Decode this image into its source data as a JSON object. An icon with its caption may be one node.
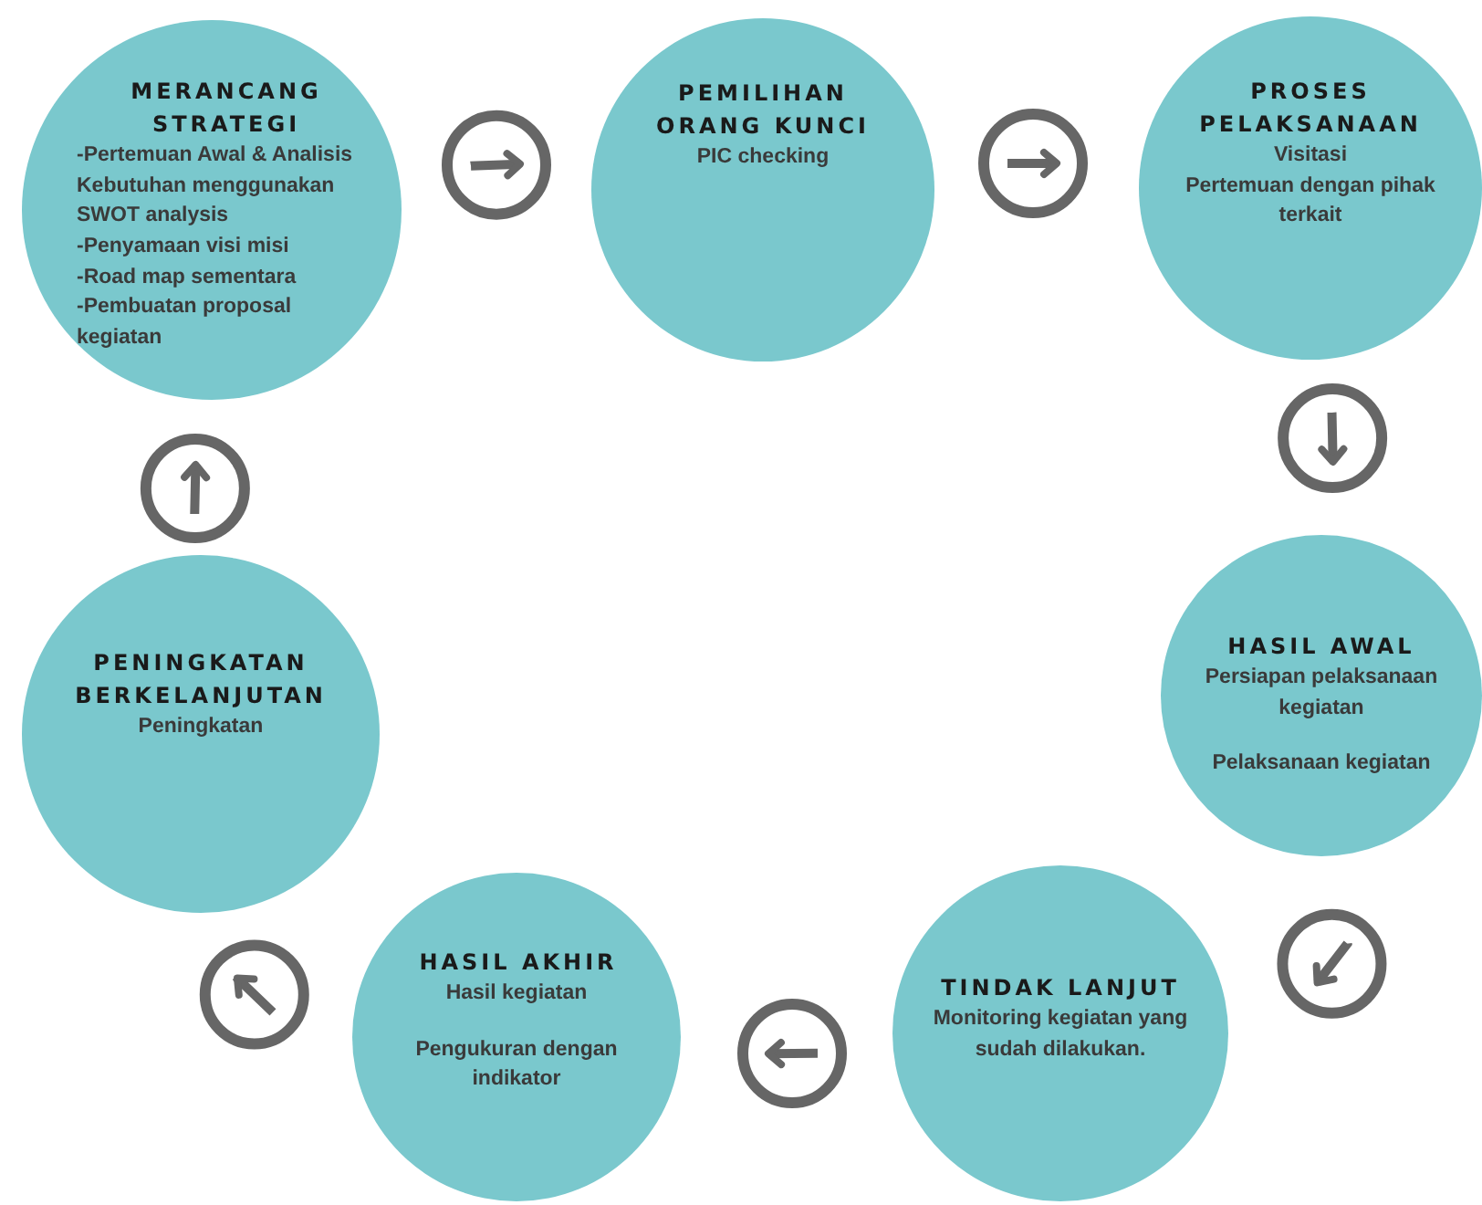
{
  "diagram": {
    "nodes": [
      {
        "text": [
          "MERANCANG STRATEGI",
          "-Pertemuan Awal & Analisis Kebutuhan menggunakan SWOT analysis",
          "-Penyamaan visi misi",
          "-Road map sementara",
          "-Pembuatan proposal kegiatan"
        ]
      },
      {
        "text": [
          "PEMILIHAN ORANG KUNCI",
          "PIC checking"
        ]
      },
      {
        "text": [
          "PROSES PELAKSANAAN",
          "Visitasi",
          "Pertemuan dengan pihak terkait"
        ]
      },
      {
        "text": [
          "HASIL AWAL",
          "Persiapan pelaksanaan kegiatan",
          "Pelaksanaan kegiatan"
        ]
      },
      {
        "text": [
          "TINDAK LANJUT",
          "Monitoring kegiatan yang sudah dilakukan."
        ]
      },
      {
        "text": [
          "HASIL AKHIR",
          "Hasil kegiatan",
          "Pengukuran dengan indikator"
        ]
      },
      {
        "text": [
          "PENINGKATAN BERKELANJUTAN",
          "Peningkatan"
        ]
      }
    ],
    "edges": [
      {
        "from": 0,
        "to": 1,
        "arrow": "to"
      },
      {
        "from": 1,
        "to": 2,
        "arrow": "to"
      },
      {
        "from": 2,
        "to": 3,
        "arrow": "to"
      },
      {
        "from": 3,
        "to": 4,
        "arrow": "to"
      },
      {
        "from": 4,
        "to": 5,
        "arrow": "to"
      },
      {
        "from": 5,
        "to": 6,
        "arrow": "to"
      },
      {
        "from": 6,
        "to": 0,
        "arrow": "to"
      }
    ]
  }
}
